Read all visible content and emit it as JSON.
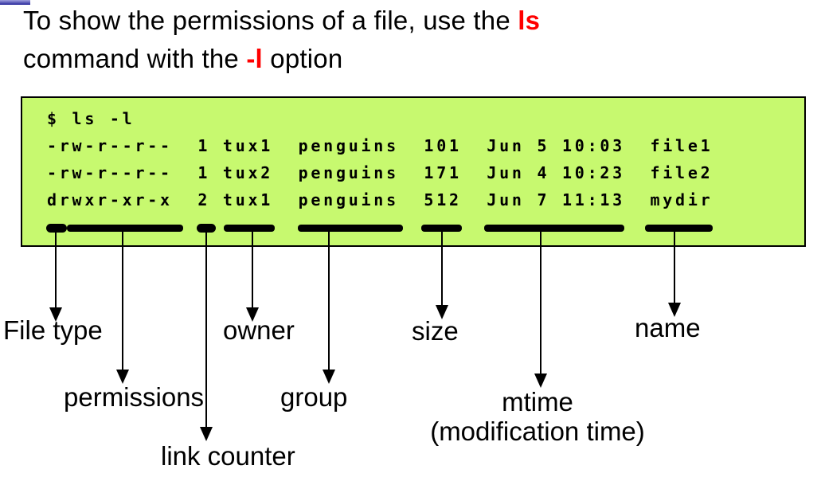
{
  "slide": {
    "title": {
      "part1": "To show the permissions of a file, use the ",
      "highlight1": "ls",
      "part2": "command with the ",
      "highlight2": "-l",
      "part3": " option"
    },
    "terminal": {
      "lines": [
        "$ ls -l",
        "-rw-r--r--  1 tux1  penguins  101  Jun 5 10:03  file1",
        "-rw-r--r--  1 tux2  penguins  171  Jun 4 10:23  file2",
        "drwxr-xr-x  2 tux1  penguins  512  Jun 7 11:13  mydir"
      ],
      "files": [
        {
          "permissions": "-rw-r--r--",
          "links": "1",
          "owner": "tux1",
          "group": "penguins",
          "size": "101",
          "mtime": "Jun 5 10:03",
          "name": "file1"
        },
        {
          "permissions": "-rw-r--r--",
          "links": "1",
          "owner": "tux2",
          "group": "penguins",
          "size": "171",
          "mtime": "Jun 4 10:23",
          "name": "file2"
        },
        {
          "permissions": "drwxr-xr-x",
          "links": "2",
          "owner": "tux1",
          "group": "penguins",
          "size": "512",
          "mtime": "Jun 7 11:13",
          "name": "mydir"
        }
      ]
    },
    "annotations": {
      "file_type": "File type",
      "permissions": "permissions",
      "link_counter": "link counter",
      "owner": "owner",
      "group": "group",
      "size": "size",
      "mtime": "mtime",
      "mtime_full": "(modification time)",
      "name": "name"
    },
    "colors": {
      "terminal_bg": "#c7f96f",
      "highlight_text": "#ff0000",
      "text": "#000000",
      "bullet_start": "#a0a0de",
      "bullet_end": "#26269a"
    }
  }
}
